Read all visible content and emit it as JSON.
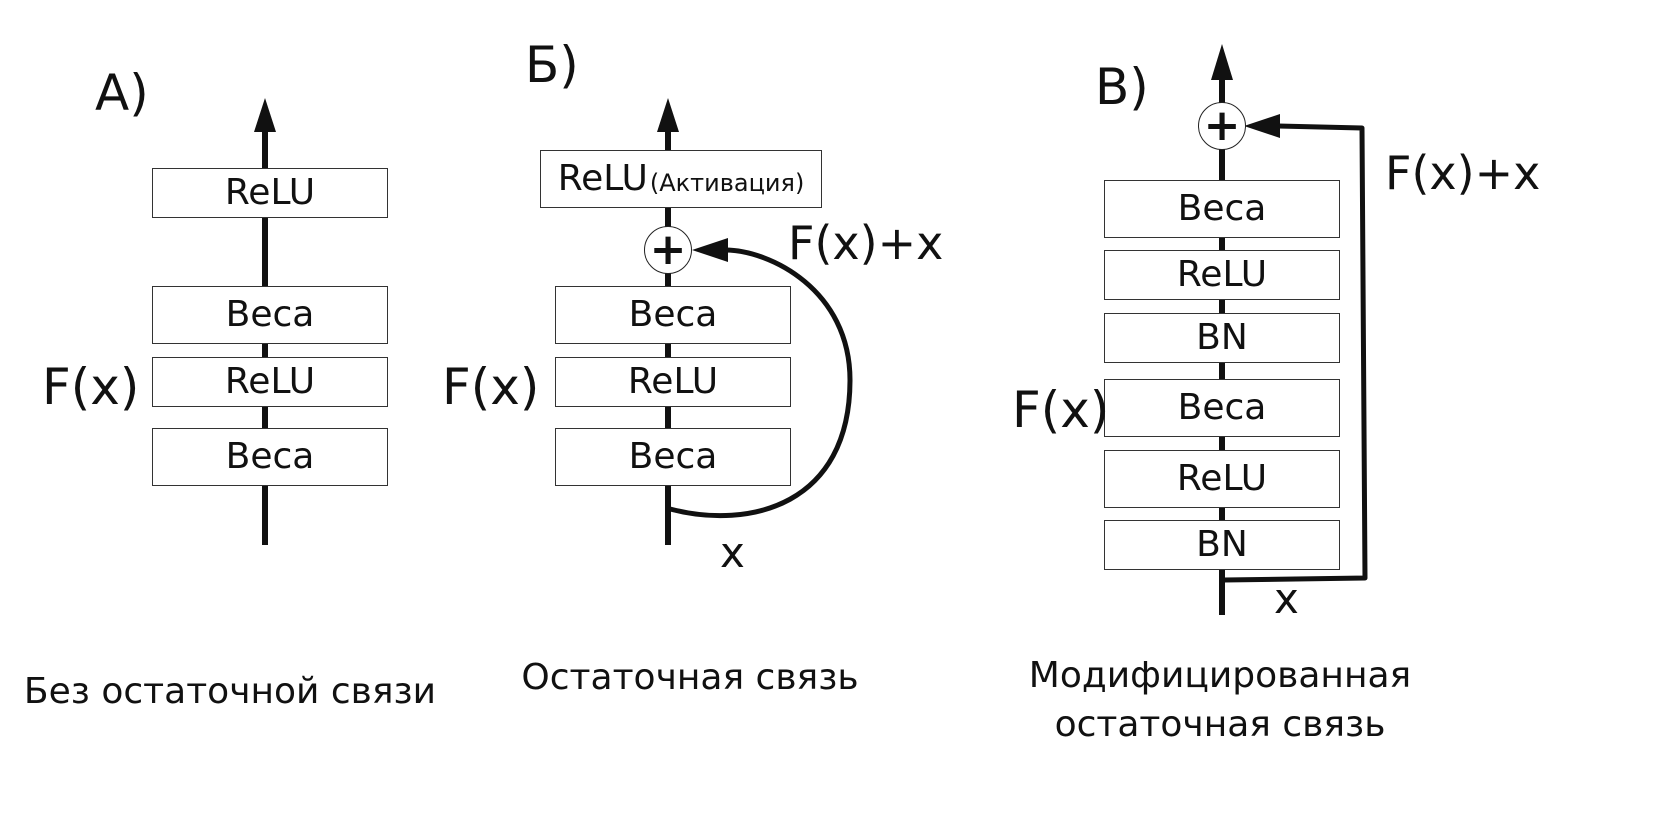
{
  "panels": [
    {
      "letter": "А)",
      "fx_label": "F(x)",
      "blocks": [
        "ReLU",
        "Веса",
        "ReLU",
        "Веса"
      ],
      "caption": "Без остаточной связи"
    },
    {
      "letter": "Б)",
      "fx_label": "F(x)",
      "activation": {
        "main": "ReLU",
        "sub": "(Активация)"
      },
      "blocks": [
        "Веса",
        "ReLU",
        "Веса"
      ],
      "sum_symbol": "+",
      "sum_label": "F(x)+x",
      "x_label": "x",
      "caption": "Остаточная связь"
    },
    {
      "letter": "В)",
      "fx_label": "F(x)",
      "blocks": [
        "Веса",
        "ReLU",
        "BN",
        "Веса",
        "ReLU",
        "BN"
      ],
      "sum_symbol": "+",
      "sum_label": "F(x)+x",
      "x_label": "x",
      "caption_lines": [
        "Модифицированная",
        "остаточная связь"
      ]
    }
  ],
  "colors": {
    "line": "#111111",
    "box_border": "#333333",
    "background": "#ffffff"
  }
}
